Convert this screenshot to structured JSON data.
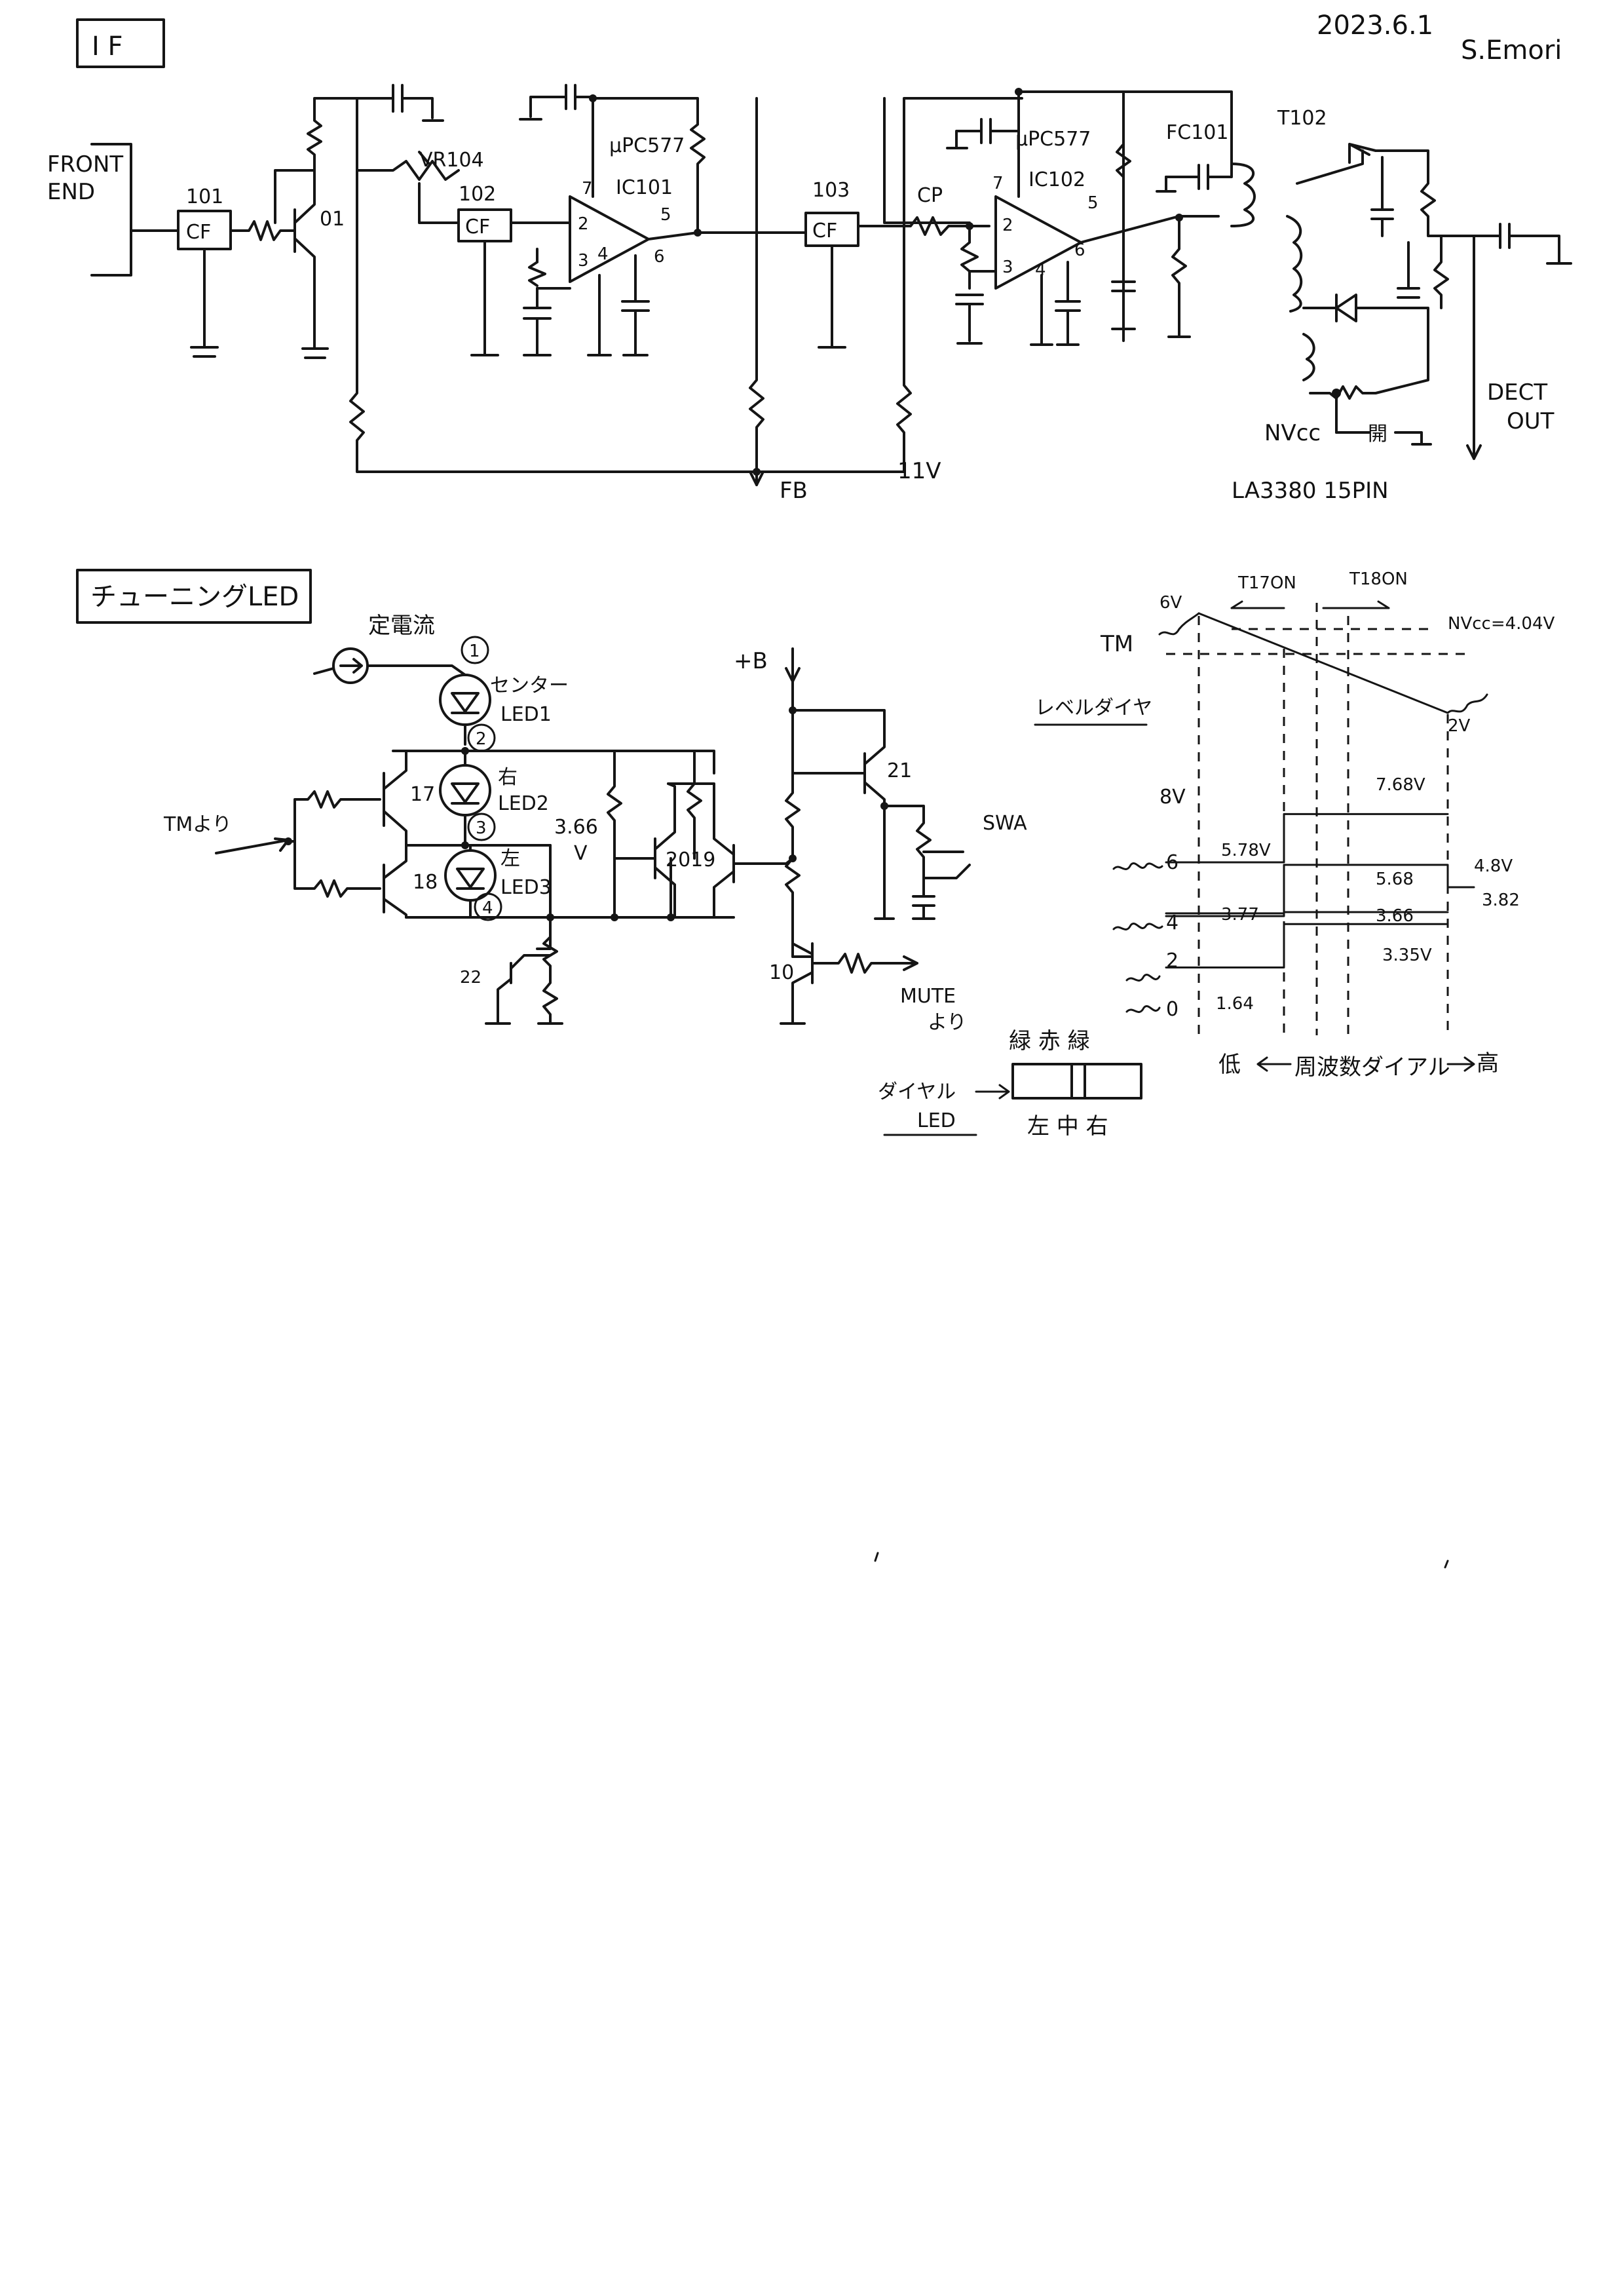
{
  "header": {
    "date": "2023.6.1",
    "author": "S.Emori"
  },
  "sections": {
    "if_title": "I F",
    "tuning_title": "チューニングLED"
  },
  "if_circuit": {
    "front_end": [
      "FRONT",
      "END"
    ],
    "cf101": "101",
    "cf102": "102",
    "cf103": "103",
    "cf_label": "CF",
    "q01": "01",
    "vr104": "VR104",
    "ic101": "IC101",
    "ic101_part": "μPC577",
    "ic102": "IC102",
    "ic102_part": "μPC577",
    "fc101": "FC101",
    "t102": "T102",
    "cp": "CP",
    "pins": {
      "p7": "7",
      "p2": "2",
      "p3": "3",
      "p4": "4",
      "p5": "5",
      "p6": "6"
    },
    "fb": "FB",
    "v11": "11V",
    "nvcc": "NVcc",
    "open": "開",
    "la3380": "LA3380 15PIN",
    "dect_out": [
      "DECT",
      "OUT"
    ]
  },
  "tuning_circuit": {
    "const_current": "定電流",
    "n1": "1",
    "n2": "2",
    "n3": "3",
    "n4": "4",
    "center_led": [
      "センター",
      "LED1"
    ],
    "right_led": [
      "右",
      "LED2"
    ],
    "left_led": [
      "左",
      "LED3"
    ],
    "v366": [
      "3.66",
      "V"
    ],
    "tm_in": "TMより",
    "q17": "17",
    "q18": "18",
    "q2019": "2019",
    "q21": "21",
    "q22": "22",
    "q10": "10",
    "plus_b": "+B",
    "swa": "SWA",
    "mute": [
      "MUTE",
      "より"
    ]
  },
  "level_chart": {
    "tm": "TM",
    "level_diagram": "レベルダイヤ",
    "v_top": "6V",
    "v_bottom": "2V",
    "t17_on": "T17ON",
    "t18_on": "T18ON",
    "nvcc": "NVcc=4.04V",
    "y_ticks": [
      "8V",
      "6",
      "4",
      "2",
      "0"
    ],
    "values": [
      "7.68V",
      "5.78V",
      "5.68",
      "4.8V",
      "3.82",
      "3.77",
      "3.66",
      "3.35V",
      "1.64"
    ],
    "low": "低",
    "axis": "周波数ダイアル",
    "high": "高"
  },
  "chart_data": {
    "type": "line",
    "ylabel": "",
    "ylim": [
      0,
      8
    ],
    "series": [
      {
        "values": [
          5.78,
          7.68
        ]
      },
      {
        "values": [
          3.77,
          5.68,
          4.8
        ]
      },
      {
        "values": [
          3.66,
          3.82
        ]
      },
      {
        "values": [
          1.64,
          3.35
        ]
      }
    ]
  },
  "dial_led": {
    "colors": "緑 赤 緑",
    "label": [
      "ダイヤル",
      "LED"
    ],
    "positions": "左 中 右"
  }
}
